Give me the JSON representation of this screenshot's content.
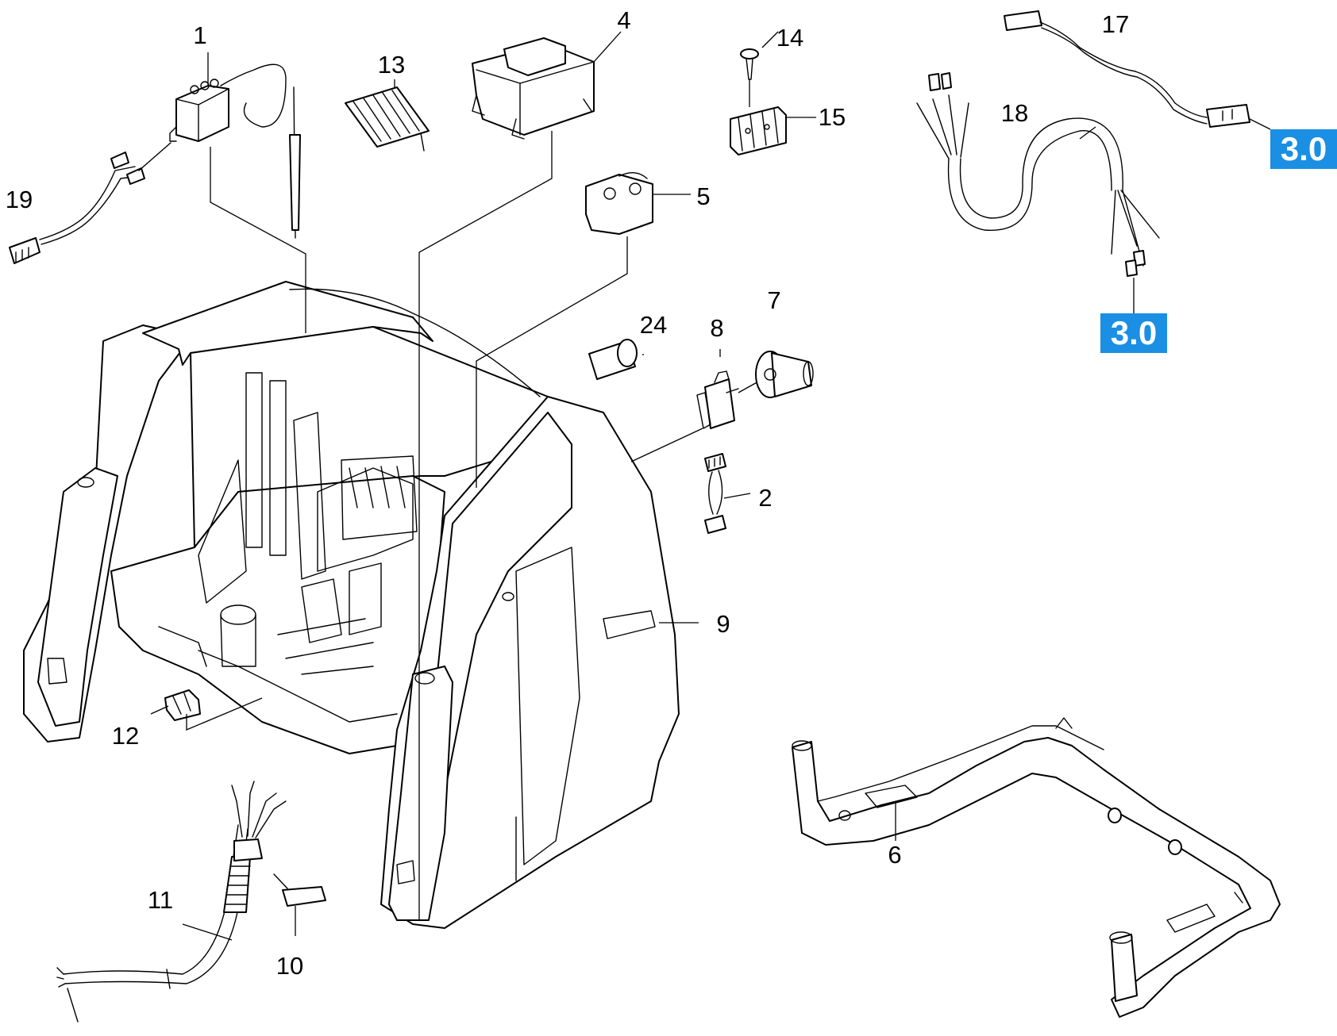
{
  "diagram": {
    "part_labels": {
      "p1": "1",
      "p2": "2",
      "p4": "4",
      "p5": "5",
      "p6": "6",
      "p7": "7",
      "p8": "8",
      "p9": "9",
      "p10": "10",
      "p11": "11",
      "p12": "12",
      "p13": "13",
      "p14": "14",
      "p15": "15",
      "p17": "17",
      "p18": "18",
      "p19": "19",
      "p24": "24"
    },
    "references": [
      {
        "label": "3.0",
        "color": "#1a8fe3"
      },
      {
        "label": "3.0",
        "color": "#1a8fe3"
      }
    ]
  }
}
